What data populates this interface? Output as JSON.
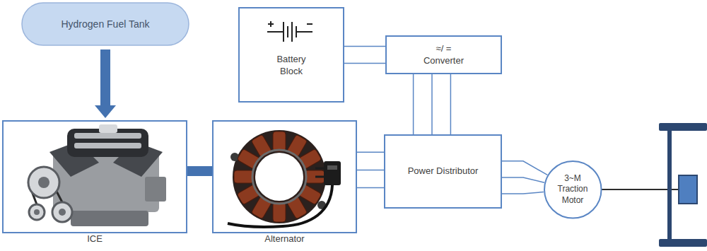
{
  "diagram": {
    "nodes": [
      {
        "text": [
          "Hydrogen Fuel Tank"
        ]
      },
      {
        "text": [
          "Battery Block"
        ]
      },
      {
        "text": [
          "≈/ =",
          "Converter"
        ]
      },
      {
        "text": [
          "ICE"
        ]
      },
      {
        "text": [
          "Alternator"
        ]
      },
      {
        "text": [
          "Power Distributor"
        ]
      },
      {
        "text": [
          "3~M Traction Motor"
        ]
      }
    ],
    "edges": [
      {
        "from": 0,
        "to": 3,
        "arrow": "to"
      },
      {
        "from": 3,
        "to": 4,
        "arrow": "none"
      },
      {
        "from": 1,
        "to": 2,
        "arrow": "none"
      },
      {
        "from": 1,
        "to": 2,
        "arrow": "none"
      },
      {
        "from": 2,
        "to": 5,
        "arrow": "none"
      },
      {
        "from": 2,
        "to": 5,
        "arrow": "none"
      },
      {
        "from": 2,
        "to": 5,
        "arrow": "none"
      },
      {
        "from": 4,
        "to": 5,
        "arrow": "none"
      },
      {
        "from": 4,
        "to": 5,
        "arrow": "none"
      },
      {
        "from": 4,
        "to": 5,
        "arrow": "none"
      },
      {
        "from": 5,
        "to": 6,
        "arrow": "none"
      },
      {
        "from": 5,
        "to": 6,
        "arrow": "none"
      },
      {
        "from": 5,
        "to": 6,
        "arrow": "none"
      }
    ]
  }
}
